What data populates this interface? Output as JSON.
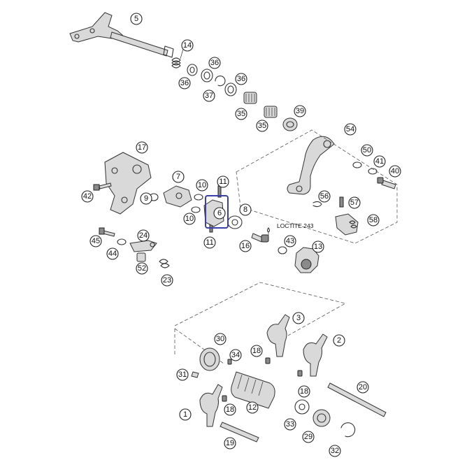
{
  "colors": {
    "highlight": "#3b3fa8",
    "line": "#333333",
    "fill": "#d9d9d9"
  },
  "note": "LOCTITE 243",
  "highlighted": "6",
  "callouts": [
    {
      "id": "c5",
      "label": "5"
    },
    {
      "id": "c14",
      "label": "14"
    },
    {
      "id": "c36a",
      "label": "36"
    },
    {
      "id": "c36b",
      "label": "36"
    },
    {
      "id": "c36c",
      "label": "36"
    },
    {
      "id": "c37",
      "label": "37"
    },
    {
      "id": "c35a",
      "label": "35"
    },
    {
      "id": "c35b",
      "label": "35"
    },
    {
      "id": "c39",
      "label": "39"
    },
    {
      "id": "c54",
      "label": "54"
    },
    {
      "id": "c17",
      "label": "17"
    },
    {
      "id": "c50",
      "label": "50"
    },
    {
      "id": "c41",
      "label": "41"
    },
    {
      "id": "c40",
      "label": "40"
    },
    {
      "id": "c7",
      "label": "7"
    },
    {
      "id": "c11a",
      "label": "11"
    },
    {
      "id": "c10a",
      "label": "10"
    },
    {
      "id": "c42",
      "label": "42"
    },
    {
      "id": "c9",
      "label": "9"
    },
    {
      "id": "c56",
      "label": "56"
    },
    {
      "id": "c57",
      "label": "57"
    },
    {
      "id": "c6",
      "label": "6"
    },
    {
      "id": "c8",
      "label": "8"
    },
    {
      "id": "c10b",
      "label": "10"
    },
    {
      "id": "c58",
      "label": "58"
    },
    {
      "id": "c11b",
      "label": "11"
    },
    {
      "id": "c45",
      "label": "45"
    },
    {
      "id": "c24",
      "label": "24"
    },
    {
      "id": "c16",
      "label": "16"
    },
    {
      "id": "c43",
      "label": "43"
    },
    {
      "id": "c13",
      "label": "13"
    },
    {
      "id": "c44",
      "label": "44"
    },
    {
      "id": "c52",
      "label": "52"
    },
    {
      "id": "c23",
      "label": "23"
    },
    {
      "id": "c3",
      "label": "3"
    },
    {
      "id": "c30",
      "label": "30"
    },
    {
      "id": "c2",
      "label": "2"
    },
    {
      "id": "c34",
      "label": "34"
    },
    {
      "id": "c18a",
      "label": "18"
    },
    {
      "id": "c31",
      "label": "31"
    },
    {
      "id": "c18b",
      "label": "18"
    },
    {
      "id": "c20",
      "label": "20"
    },
    {
      "id": "c1",
      "label": "1"
    },
    {
      "id": "c18c",
      "label": "18"
    },
    {
      "id": "c12",
      "label": "12"
    },
    {
      "id": "c33",
      "label": "33"
    },
    {
      "id": "c29",
      "label": "29"
    },
    {
      "id": "c19",
      "label": "19"
    },
    {
      "id": "c32",
      "label": "32"
    }
  ]
}
